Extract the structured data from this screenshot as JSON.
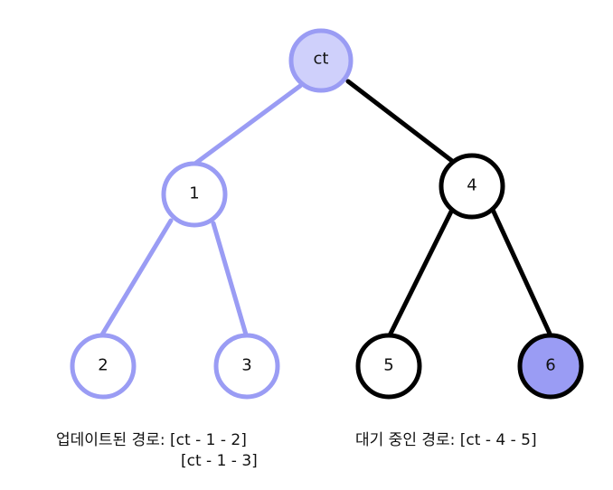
{
  "colors": {
    "updated": "#9a9cf4",
    "updated_fill_light": "#cfd0fb",
    "updated_fill_dark": "#9a9cf4",
    "waiting": "#000000",
    "node_fill": "#ffffff"
  },
  "nodes": {
    "root": "ct",
    "n1": "1",
    "n4": "4",
    "n2": "2",
    "n3": "3",
    "n5": "5",
    "n6": "6"
  },
  "captions": {
    "updated_label": "업데이트된 경로:",
    "updated_path_1": "[ct - 1 - 2]",
    "updated_path_2": "[ct - 1 - 3]",
    "waiting_label": "대기 중인 경로:",
    "waiting_path": "[ct - 4 - 5]"
  }
}
